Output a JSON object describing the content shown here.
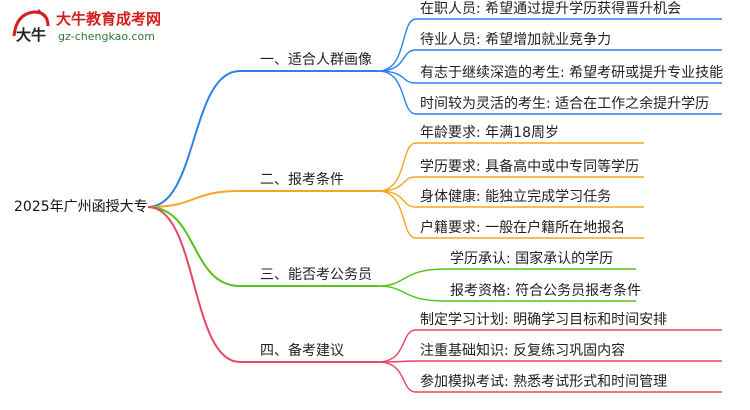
{
  "watermark": {
    "title": "大牛教育成考网",
    "url": "gz-chengkao.com",
    "mark_text": "大牛"
  },
  "root": "2025年广州函授大专",
  "branches": [
    {
      "label": "一、适合人群画像",
      "color": "#2f80ed",
      "leaves": [
        "在职人员: 希望通过提升学历获得晋升机会",
        "待业人员: 希望增加就业竞争力",
        "有志于继续深造的考生: 希望考研或提升专业技能",
        "时间较为灵活的考生: 适合在工作之余提升学历"
      ]
    },
    {
      "label": "二、报考条件",
      "color": "#f5a623",
      "leaves": [
        "年龄要求: 年满18周岁",
        "学历要求: 具备高中或中专同等学历",
        "身体健康: 能独立完成学习任务",
        "户籍要求: 一般在户籍所在地报名"
      ]
    },
    {
      "label": "三、能否考公务员",
      "color": "#52c41a",
      "leaves": [
        "学历承认: 国家承认的学历",
        "报考资格: 符合公务员报考条件"
      ]
    },
    {
      "label": "四、备考建议",
      "color": "#e8475f",
      "leaves": [
        "制定学习计划: 明确学习目标和时间安排",
        "注重基础知识: 反复练习巩固内容",
        "参加模拟考试: 熟悉考试形式和时间管理"
      ]
    }
  ]
}
